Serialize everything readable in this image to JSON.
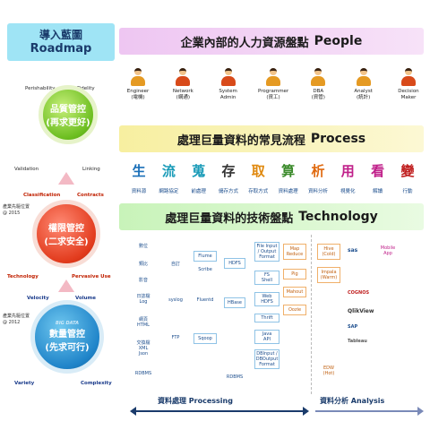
{
  "roadmap": {
    "title_zh": "導入藍圖",
    "title_en": "Roadmap",
    "quality": {
      "line1": "品質管控",
      "line2": "(再求更好)"
    },
    "authority": {
      "line1": "權限管控",
      "line2": "(二求安全)"
    },
    "quantity": {
      "line1": "數量管控",
      "line2": "(先求可行)"
    },
    "labels": {
      "perishability": "Perishability",
      "fidelity": "Fidelity",
      "validation": "Validation",
      "linking": "Linking",
      "classification": "Classification",
      "contracts": "Contracts",
      "technology": "Technology",
      "pervasive_use": "Pervasive Use",
      "velocity": "Velocity",
      "volume": "Volume",
      "variety": "Variety",
      "complexity": "Complexity",
      "big_data": "BIG DATA"
    },
    "stamp_2015": {
      "line1": "產業先驅位置",
      "line2": "@ 2015"
    },
    "stamp_2012": {
      "line1": "產業先驅位置",
      "line2": "@ 2012"
    }
  },
  "headers": {
    "people": {
      "zh": "企業內部的人力資源盤點",
      "en": "People"
    },
    "process": {
      "zh": "處理巨量資料的常見流程",
      "en": "Process"
    },
    "technology": {
      "zh": "處理巨量資料的技術盤點",
      "en": "Technology"
    }
  },
  "people": [
    {
      "name": "Engineer",
      "zh": "(電機)",
      "group": true
    },
    {
      "name": "Network",
      "zh": "(網通)",
      "group": false
    },
    {
      "name": "System Admin",
      "zh": "",
      "group": false
    },
    {
      "name": "Programmer",
      "zh": "(資工)",
      "group": true
    },
    {
      "name": "DBA",
      "zh": "(資管)",
      "group": true
    },
    {
      "name": "Analyst",
      "zh": "(統計)",
      "group": true
    },
    {
      "name": "Decision Maker",
      "zh": "",
      "group": false
    }
  ],
  "process": [
    {
      "char": "生",
      "sub": "資料源",
      "color": "#1a6fb8"
    },
    {
      "char": "流",
      "sub": "網路協定",
      "color": "#1a9bb8"
    },
    {
      "char": "蒐",
      "sub": "前處理",
      "color": "#1a9bb8"
    },
    {
      "char": "存",
      "sub": "儲存方式",
      "color": "#333333"
    },
    {
      "char": "取",
      "sub": "存取方式",
      "color": "#e08a10"
    },
    {
      "char": "算",
      "sub": "資料處理",
      "color": "#3a8a2a"
    },
    {
      "char": "析",
      "sub": "資料分析",
      "color": "#e06a10"
    },
    {
      "char": "用",
      "sub": "視覺化",
      "color": "#c0208a"
    },
    {
      "char": "看",
      "sub": "解讀",
      "color": "#c0208a"
    },
    {
      "char": "變",
      "sub": "行動",
      "color": "#c02020"
    }
  ],
  "tech": {
    "col1": [
      "數位",
      "類比",
      "影音",
      "日誌檔\nLog",
      "網頁\nHTML",
      "交換檔\nXML\nJson",
      "RDBMS"
    ],
    "col2": [
      "自訂",
      "syslog",
      "FTP"
    ],
    "col3": [
      "Flume",
      "Scribe",
      "Fluentd",
      "Sqoop"
    ],
    "col4": [
      "HDFS",
      "HBase",
      "RDBMS"
    ],
    "col5": [
      "File Input\n/ Output\nFormat",
      "FS\nShell",
      "Web\nHDFS",
      "Thrift",
      "Java\nAPI",
      "DBInput /\nDBOutput\nFormat"
    ],
    "col6": [
      "Map\nReduce",
      "Pig",
      "Mahout",
      "Oozie"
    ],
    "col7": [
      "Hive\n(Cold)",
      "Impala\n(Warm)",
      "EDW\n(Hot)"
    ],
    "col8_mobile": "Mobile\nApp",
    "brands": [
      "sas",
      "COGNOS",
      "QlikView",
      "SAP",
      "Tableau"
    ],
    "processing_label": "資料處理  Processing",
    "analysis_label": "資料分析  Analysis"
  }
}
